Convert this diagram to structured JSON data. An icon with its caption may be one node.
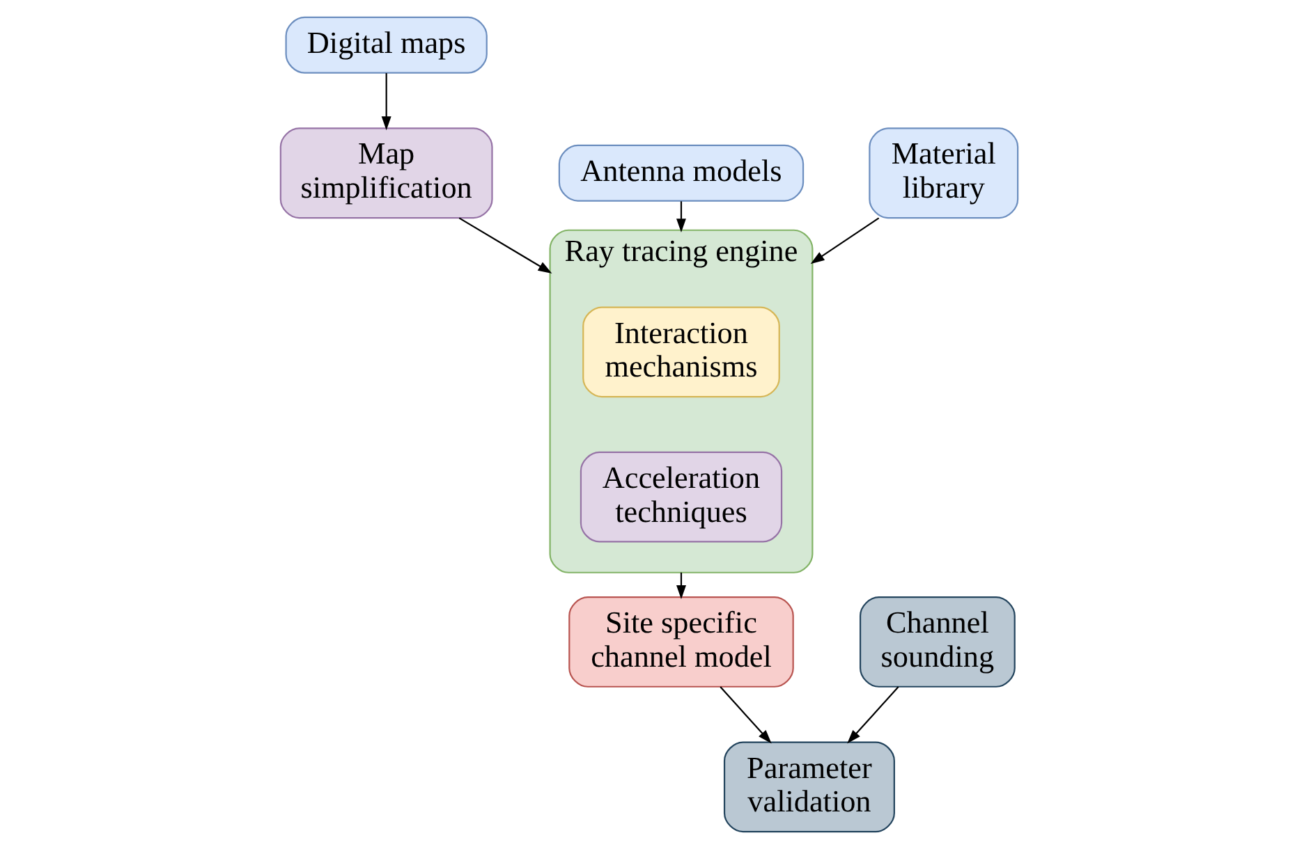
{
  "diagram": {
    "nodes": [
      {
        "text": [
          "Digital maps"
        ]
      },
      {
        "text": [
          "Map simplification"
        ]
      },
      {
        "text": [
          "Ray tracing engine"
        ]
      },
      {
        "text": [
          "Interaction mechanisms"
        ],
        "in": 2
      },
      {
        "text": [
          "Acceleration techniques"
        ],
        "in": 2
      },
      {
        "text": [
          "Antenna models"
        ]
      },
      {
        "text": [
          "Material library"
        ]
      },
      {
        "text": [
          "Site specific channel model"
        ]
      },
      {
        "text": [
          "Channel sounding"
        ]
      },
      {
        "text": [
          "Parameter validation"
        ]
      }
    ],
    "edges": [
      {
        "from": 0,
        "to": 1,
        "arrow": "to"
      },
      {
        "from": 1,
        "to": 2,
        "arrow": "to"
      },
      {
        "from": 5,
        "to": 2,
        "arrow": "to"
      },
      {
        "from": 6,
        "to": 2,
        "arrow": "to"
      },
      {
        "from": 2,
        "to": 7,
        "arrow": "to"
      },
      {
        "from": 7,
        "to": 9,
        "arrow": "to"
      },
      {
        "from": 8,
        "to": 9,
        "arrow": "to"
      }
    ]
  }
}
